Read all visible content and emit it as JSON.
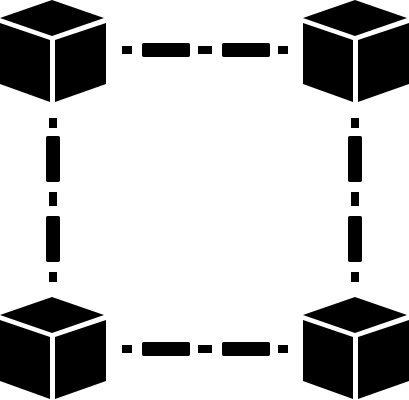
{
  "icon": {
    "name": "blockchain-network-icon",
    "nodes": [
      {
        "id": "top-left",
        "icon": "cube-icon"
      },
      {
        "id": "top-right",
        "icon": "cube-icon"
      },
      {
        "id": "bottom-left",
        "icon": "cube-icon"
      },
      {
        "id": "bottom-right",
        "icon": "cube-icon"
      }
    ],
    "links": [
      {
        "id": "top",
        "style": "dash-dot"
      },
      {
        "id": "bottom",
        "style": "dash-dot"
      },
      {
        "id": "left",
        "style": "dash-dot"
      },
      {
        "id": "right",
        "style": "dash-dot"
      }
    ],
    "colors": {
      "foreground": "#000000",
      "background": "#ffffff"
    }
  }
}
